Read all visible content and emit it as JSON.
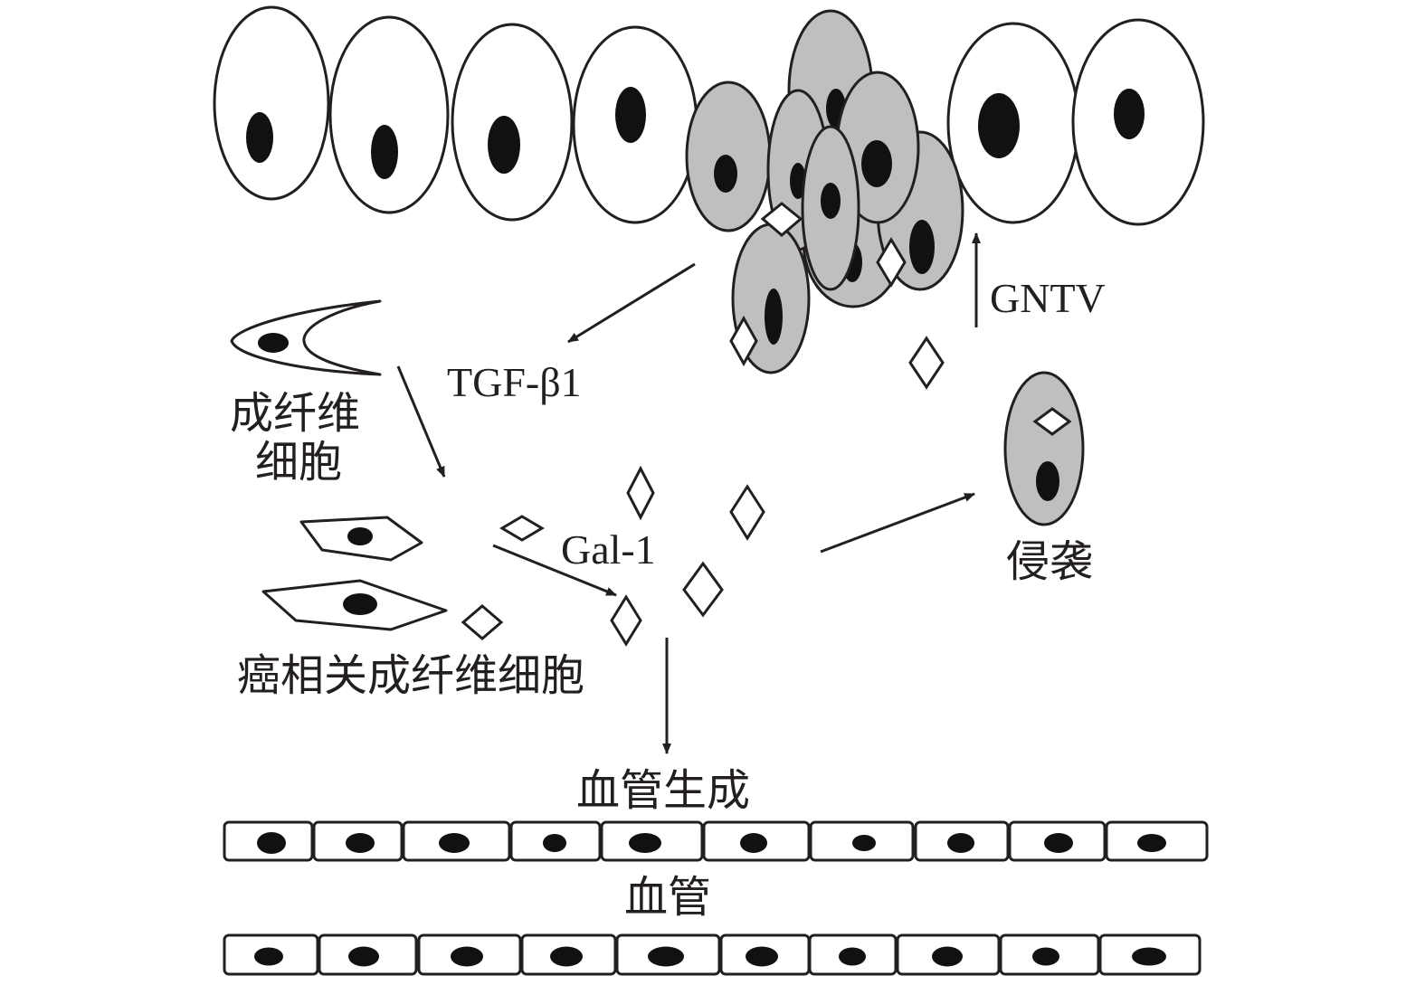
{
  "labels": {
    "gntv": "GNTV",
    "tgf": "TGF-β1",
    "fibroblast_line1": "成纤维",
    "fibroblast_line2": "细胞",
    "gal1": "Gal-1",
    "invasion": "侵袭",
    "caf": "癌相关成纤维细胞",
    "angiogenesis": "血管生成",
    "vessel": "血管"
  },
  "colors": {
    "stroke": "#231f20",
    "tumor_fill": "#bfbfbf",
    "normal_fill": "#ffffff",
    "nucleus": "#111111"
  }
}
